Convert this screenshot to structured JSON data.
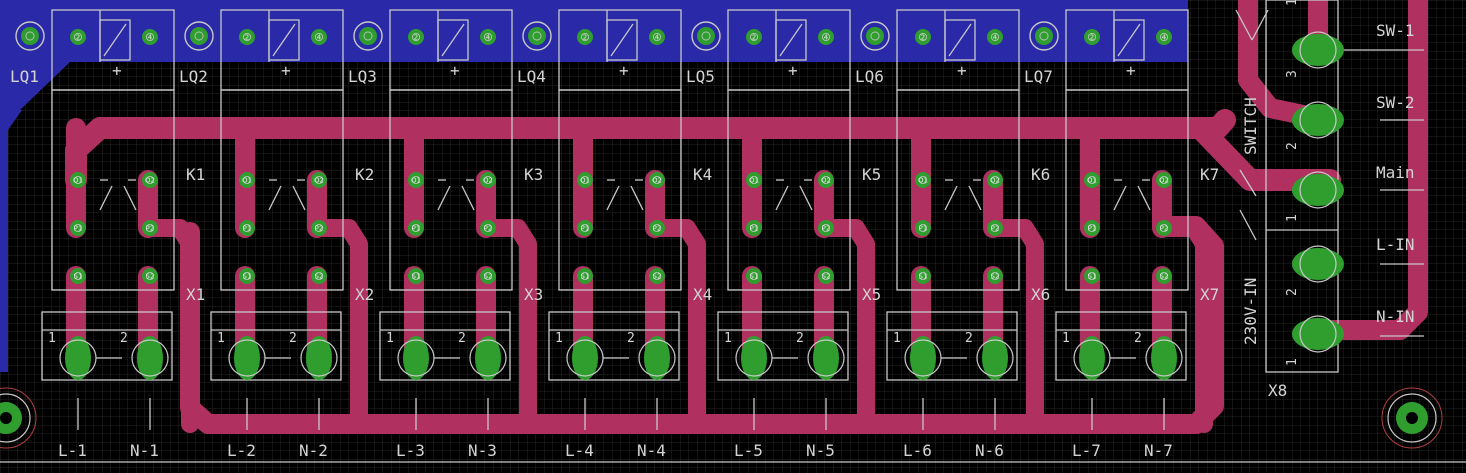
{
  "colors": {
    "background": "#000000",
    "grid": "#2a2a2a",
    "top_copper": "#b0305f",
    "bottom_copper": "#2a2aa8",
    "pad": "#2f9e2f",
    "silkscreen": "#c8c8c8"
  },
  "leds": [
    "LQ1",
    "LQ2",
    "LQ3",
    "LQ4",
    "LQ5",
    "LQ6",
    "LQ7"
  ],
  "relays": [
    "K1",
    "K2",
    "K3",
    "K4",
    "K5",
    "K6",
    "K7"
  ],
  "connectors": [
    "X1",
    "X2",
    "X3",
    "X4",
    "X5",
    "X6",
    "X7"
  ],
  "terminal_pin_numbers": [
    "1",
    "2"
  ],
  "outputs": [
    {
      "l": "L-1",
      "n": "N-1"
    },
    {
      "l": "L-2",
      "n": "N-2"
    },
    {
      "l": "L-3",
      "n": "N-3"
    },
    {
      "l": "L-4",
      "n": "N-4"
    },
    {
      "l": "L-5",
      "n": "N-5"
    },
    {
      "l": "L-6",
      "n": "N-6"
    },
    {
      "l": "L-7",
      "n": "N-7"
    }
  ],
  "relay_pad_labels": [
    "O1",
    "O2",
    "P1",
    "P2",
    "S1",
    "S2"
  ],
  "led_pad_labels": [
    "2",
    "4"
  ],
  "led_polarity": "+",
  "right_block": {
    "connector": "X8",
    "switch_label": "SWITCH",
    "input_label": "230V-IN",
    "pin_numbers": [
      "1",
      "3",
      "2",
      "1",
      "2",
      "1"
    ],
    "signals": [
      "SW-1",
      "SW-2",
      "Main",
      "L-IN",
      "N-IN"
    ]
  }
}
